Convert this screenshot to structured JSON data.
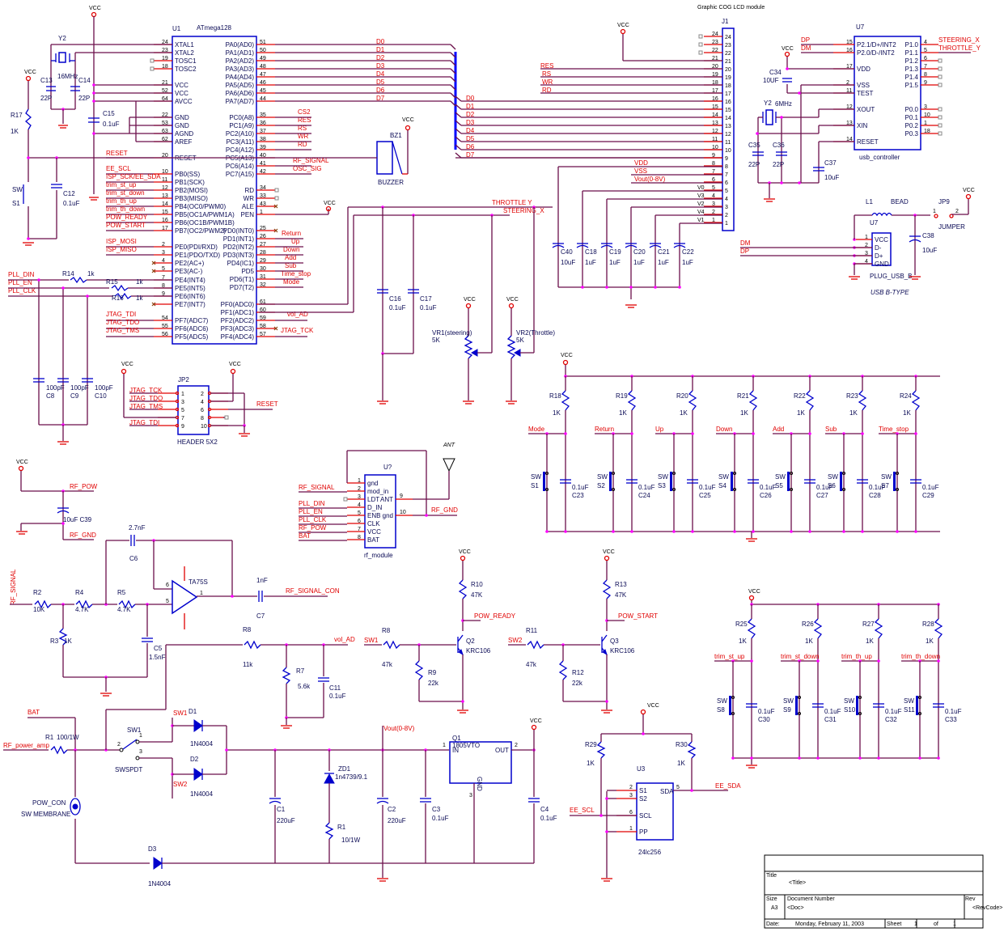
{
  "power": {
    "vcc": "VCC"
  },
  "mcu": {
    "ref": "U1",
    "part": "ATmega128",
    "left_pins": [
      {
        "num": "24",
        "name": "XTAL1"
      },
      {
        "num": "23",
        "name": "XTAL2"
      },
      {
        "num": "19",
        "name": "TOSC1"
      },
      {
        "num": "18",
        "name": "TOSC2"
      },
      {
        "num": "21",
        "name": "VCC"
      },
      {
        "num": "52",
        "name": "VCC"
      },
      {
        "num": "64",
        "name": "AVCC"
      },
      {
        "num": "22",
        "name": "GND"
      },
      {
        "num": "53",
        "name": "GND"
      },
      {
        "num": "63",
        "name": "AGND"
      },
      {
        "num": "62",
        "name": "AREF"
      },
      {
        "num": "20",
        "name": "RESET"
      },
      {
        "num": "10",
        "name": "PB0(SS)"
      },
      {
        "num": "11",
        "name": "PB1(SCK)"
      },
      {
        "num": "12",
        "name": "PB2(MOSI)"
      },
      {
        "num": "13",
        "name": "PB3(MISO)"
      },
      {
        "num": "14",
        "name": "PB4(OC0/PWM0)"
      },
      {
        "num": "15",
        "name": "PB5(OC1A/PWM1A)"
      },
      {
        "num": "16",
        "name": "PB6(OC1B/PWM1B)"
      },
      {
        "num": "17",
        "name": "PB7(OC2/PWM2)"
      },
      {
        "num": "2",
        "name": "PE0(PDI/RXD)"
      },
      {
        "num": "3",
        "name": "PE1(PDO/TXD)"
      },
      {
        "num": "4",
        "name": "PE2(AC+)"
      },
      {
        "num": "5",
        "name": "PE3(AC-)"
      },
      {
        "num": "7",
        "name": "PE4(INT4)"
      },
      {
        "num": "8",
        "name": "PE5(INT5)"
      },
      {
        "num": "9",
        "name": "PE6(INT6)"
      },
      {
        "num": "",
        "name": "PE7(INT7)"
      },
      {
        "num": "54",
        "name": "PF7(ADC7)"
      },
      {
        "num": "55",
        "name": "PF6(ADC6)"
      },
      {
        "num": "56",
        "name": "PF5(ADC5)"
      }
    ],
    "right_pins": [
      {
        "num": "51",
        "name": "PA0(AD0)"
      },
      {
        "num": "50",
        "name": "PA1(AD1)"
      },
      {
        "num": "49",
        "name": "PA2(AD2)"
      },
      {
        "num": "48",
        "name": "PA3(AD3)"
      },
      {
        "num": "47",
        "name": "PA4(AD4)"
      },
      {
        "num": "46",
        "name": "PA5(AD5)"
      },
      {
        "num": "45",
        "name": "PA6(AD6)"
      },
      {
        "num": "44",
        "name": "PA7(AD7)"
      },
      {
        "num": "35",
        "name": "PC0(A8)"
      },
      {
        "num": "36",
        "name": "PC1(A9)"
      },
      {
        "num": "37",
        "name": "PC2(A10)"
      },
      {
        "num": "38",
        "name": "PC3(A11)"
      },
      {
        "num": "39",
        "name": "PC4(A12)"
      },
      {
        "num": "40",
        "name": "PC5(A13)"
      },
      {
        "num": "41",
        "name": "PC6(A14)"
      },
      {
        "num": "42",
        "name": "PC7(A15)"
      },
      {
        "num": "34",
        "name": "RD"
      },
      {
        "num": "33",
        "name": "WR"
      },
      {
        "num": "43",
        "name": "ALE"
      },
      {
        "num": "1",
        "name": "PEN"
      },
      {
        "num": "25",
        "name": "PD0(INT0)"
      },
      {
        "num": "26",
        "name": "PD1(INT1)"
      },
      {
        "num": "27",
        "name": "PD2(INT2)"
      },
      {
        "num": "28",
        "name": "PD3(INT3)"
      },
      {
        "num": "29",
        "name": "PD4(IC1)"
      },
      {
        "num": "30",
        "name": "PD5"
      },
      {
        "num": "31",
        "name": "PD6(T1)"
      },
      {
        "num": "32",
        "name": "PD7(T2)"
      },
      {
        "num": "61",
        "name": "PF0(ADC0)"
      },
      {
        "num": "60",
        "name": "PF1(ADC1)"
      },
      {
        "num": "59",
        "name": "PF2(ADC2)"
      },
      {
        "num": "58",
        "name": "PF3(ADC3)"
      },
      {
        "num": "57",
        "name": "PF4(ADC4)"
      }
    ],
    "left_nets": [
      "RESET",
      "EE_SCL",
      "ISP_SCK/EE_SDA",
      "trim_st_up",
      "trim_st_down",
      "trim_th_up",
      "trim_th_down",
      "POW_READY",
      "POW_START",
      "ISP_MOSI",
      "ISP_MISO",
      "JTAG_TDI",
      "JTAG_TDO",
      "JTAG_TMS"
    ],
    "right_nets": [
      "CS2",
      "RES",
      "RS",
      "WR",
      "RD",
      "RF_SIGNAL",
      "OSC_SIG",
      "Return",
      "Up",
      "Down",
      "Add",
      "Sub",
      "Time_stop",
      "Mode",
      "vol_AD",
      "JTAG_TCK"
    ]
  },
  "crystal_main": {
    "ref": "Y2",
    "value": "16MHz",
    "c13": "C13",
    "c14": "C14",
    "cap": "22P"
  },
  "c15": {
    "ref": "C15",
    "value": "0.1uF"
  },
  "reset_circuit": {
    "r_ref": "R17",
    "r_val": "1K",
    "sw_type": "SW",
    "sw_ref": "S1",
    "c_ref": "C12",
    "c_val": "0.1uF"
  },
  "pll": {
    "nets": [
      "PLL_DIN",
      "PLL_EN",
      "PLL_CLK"
    ],
    "r14": "R14",
    "r15": "R15",
    "r16": "R16",
    "rval": "1k",
    "caps": [
      {
        "val": "100pF",
        "ref": "C8"
      },
      {
        "val": "100pF",
        "ref": "C9"
      },
      {
        "val": "100pF",
        "ref": "C10"
      }
    ]
  },
  "bus": {
    "data": [
      "D0",
      "D1",
      "D2",
      "D3",
      "D4",
      "D5",
      "D6",
      "D7"
    ]
  },
  "buzzer": {
    "ref": "BZ1",
    "label": "BUZZER"
  },
  "lcd": {
    "title": "Graphic COG LCD module",
    "ref": "J1",
    "pins": [
      "24",
      "23",
      "22",
      "21",
      "20",
      "19",
      "18",
      "17",
      "16",
      "15",
      "14",
      "13",
      "12",
      "11",
      "10",
      "9",
      "8",
      "7",
      "6",
      "5",
      "4",
      "3",
      "2",
      "1"
    ],
    "ctrl": [
      "RES",
      "RS",
      "WR",
      "RD"
    ],
    "power_nets": [
      "VDD",
      "VSS",
      "Vout(0-8V)"
    ],
    "v_nets": [
      "V0",
      "V3",
      "V2",
      "V4",
      "V1"
    ],
    "caps": [
      {
        "ref": "C40",
        "val": "10uF"
      },
      {
        "ref": "C18",
        "val": "1uF"
      },
      {
        "ref": "C19",
        "val": "1uF"
      },
      {
        "ref": "C20",
        "val": "1uF"
      },
      {
        "ref": "C21",
        "val": "1uF"
      },
      {
        "ref": "C22",
        "val": "1uF"
      }
    ]
  },
  "usb_ctrl": {
    "ref": "U7",
    "name": "usb_controller",
    "left": [
      {
        "num": "15",
        "name": "P2.1/D+/INT2",
        "net": "DP"
      },
      {
        "num": "16",
        "name": "P2.0/D-/INT2",
        "net": "DM"
      },
      {
        "num": "17",
        "name": "VDD"
      },
      {
        "num": "2",
        "name": "VSS"
      },
      {
        "num": "11",
        "name": "TEST"
      },
      {
        "num": "12",
        "name": "XOUT"
      },
      {
        "num": "13",
        "name": "XIN"
      },
      {
        "num": "14",
        "name": "RESET"
      }
    ],
    "right": [
      {
        "num": "4",
        "name": "P1.0",
        "net": "STEERING_X"
      },
      {
        "num": "5",
        "name": "P1.1",
        "net": "THROTTLE_Y"
      },
      {
        "num": "6",
        "name": "P1.2"
      },
      {
        "num": "7",
        "name": "P1.3"
      },
      {
        "num": "8",
        "name": "P1.4"
      },
      {
        "num": "9",
        "name": "P1.5"
      },
      {
        "num": "3",
        "name": "P0.0"
      },
      {
        "num": "10",
        "name": "P0.1"
      },
      {
        "num": "1",
        "name": "P0.2"
      },
      {
        "num": "18",
        "name": "P0.3"
      }
    ],
    "c34": {
      "ref": "C34",
      "val": "10UF"
    },
    "y2": {
      "ref": "Y2",
      "val": "6MHz"
    },
    "c35": {
      "ref": "C35",
      "val": "22P"
    },
    "c36": {
      "ref": "C36",
      "val": "22P"
    },
    "c37": {
      "ref": "C37",
      "val": "10uF"
    }
  },
  "usb_plug": {
    "ref": "U7",
    "name": "PLUG_USB_B",
    "caption": "USB B-TYPE",
    "pins": [
      {
        "num": "1",
        "name": "VCC"
      },
      {
        "num": "2",
        "name": "D-"
      },
      {
        "num": "3",
        "name": "D+"
      },
      {
        "num": "4",
        "name": "GND"
      }
    ],
    "nets": [
      "DM",
      "DP"
    ],
    "l1": "L1",
    "bead": "BEAD",
    "jp": "JP9",
    "jp_label": "JUMPER",
    "c38": {
      "ref": "C38",
      "val": "10uF"
    }
  },
  "joystick": {
    "throttle": "THROTTLE Y",
    "steering": "STEERING_X",
    "c16": {
      "ref": "C16",
      "val": "0.1uF"
    },
    "c17": {
      "ref": "C17",
      "val": "0.1uF"
    },
    "vr1": {
      "ref": "VR1(steering)",
      "val": "5K"
    },
    "vr2": {
      "ref": "VR2(Throttle)",
      "val": "5K"
    }
  },
  "jtag": {
    "ref": "JP2",
    "name": "HEADER 5X2",
    "left": [
      {
        "num": "1",
        "net": "JTAG_TCK"
      },
      {
        "num": "3",
        "net": "JTAG_TDO"
      },
      {
        "num": "5",
        "net": "JTAG_TMS"
      },
      {
        "num": "7",
        "net": ""
      },
      {
        "num": "9",
        "net": "JTAG_TDI"
      }
    ],
    "right": [
      {
        "num": "2"
      },
      {
        "num": "4"
      },
      {
        "num": "6",
        "net": "RESET"
      },
      {
        "num": "8"
      },
      {
        "num": "10"
      }
    ]
  },
  "keys": [
    {
      "net": "Mode",
      "r": "R18",
      "sw": "S1",
      "c": "C23"
    },
    {
      "net": "Return",
      "r": "R19",
      "sw": "S2",
      "c": "C24"
    },
    {
      "net": "Up",
      "r": "R20",
      "sw": "S3",
      "c": "C25"
    },
    {
      "net": "Down",
      "r": "R21",
      "sw": "S4",
      "c": "C26"
    },
    {
      "net": "Add",
      "r": "R22",
      "sw": "S5",
      "c": "C27"
    },
    {
      "net": "Sub",
      "r": "R23",
      "sw": "S6",
      "c": "C28"
    },
    {
      "net": "Time_stop",
      "r": "R24",
      "sw": "S7",
      "c": "C29"
    }
  ],
  "trim_keys": [
    {
      "net": "trim_st_up",
      "r": "R25",
      "sw": "S8",
      "c": "C30"
    },
    {
      "net": "trim_st_down",
      "r": "R26",
      "sw": "S9",
      "c": "C31"
    },
    {
      "net": "trim_th_up",
      "r": "R27",
      "sw": "S10",
      "c": "C32"
    },
    {
      "net": "trim_th_down",
      "r": "R28",
      "sw": "S11",
      "c": "C33"
    }
  ],
  "key_common": {
    "rval": "1K",
    "sw": "SW",
    "cval": "0.1uF"
  },
  "rf_power": {
    "net_pow": "RF_POW",
    "net_gnd": "RF_GND",
    "c39": "10uF C39"
  },
  "rf_module": {
    "ref": "U?",
    "name": "rf_module",
    "ant": "ANT",
    "left": [
      {
        "num": "1",
        "name": "gnd"
      },
      {
        "num": "2",
        "name": "mod_in",
        "net": "RF_SIGNAL"
      },
      {
        "num": "3",
        "name": "LDT"
      },
      {
        "num": "4",
        "name": "D_IN",
        "net": "PLL_DIN"
      },
      {
        "num": "5",
        "name": "ENB",
        "net": "PLL_EN"
      },
      {
        "num": "6",
        "name": "CLK",
        "net": "PLL_CLK"
      },
      {
        "num": "7",
        "name": "VCC",
        "net": "RF_POW"
      },
      {
        "num": "8",
        "name": "BAT",
        "net": "BAT"
      }
    ],
    "right": [
      {
        "num": "9",
        "name": "ANT"
      },
      {
        "num": "10",
        "name": "gnd",
        "net": "RF_GND"
      }
    ]
  },
  "filter": {
    "in": "RF_SIGNAL",
    "r2": "R2",
    "r2v": "10K",
    "r4": "R4",
    "r4v": "4.7K",
    "r5": "R5",
    "r5v": "4.7K",
    "r3": "R3",
    "r3v": "1K",
    "c6": "C6",
    "c6v": "2.7nF",
    "c5": "C5",
    "c5v": "1.5nF",
    "opamp": "TA75S",
    "c7": "C7",
    "c7v": "1nF",
    "out": "RF_SIGNAL_CON",
    "p_minus": "6",
    "p_plus": "5",
    "p_out": "1"
  },
  "vol": {
    "r8": "R8",
    "r8v": "11k",
    "r7": "R7",
    "r7v": "5.6k",
    "c11": "C11",
    "c11v": "0.1uF",
    "net": "vol_AD"
  },
  "pow_sw": [
    {
      "in": "SW1",
      "rb": "R8",
      "rbv": "47k",
      "rp": "R9",
      "rpv": "22k",
      "rc": "R10",
      "rcv": "47K",
      "q": "Q2",
      "qp": "KRC106",
      "out": "POW_READY"
    },
    {
      "in": "SW2",
      "rb": "R11",
      "rbv": "47k",
      "rp": "R12",
      "rpv": "22k",
      "rc": "R13",
      "rcv": "47K",
      "q": "Q3",
      "qp": "KRC106",
      "out": "POW_START"
    }
  ],
  "power_supply": {
    "bat": "BAT",
    "rf_amp": "RF_power_amp",
    "r1": "R1",
    "r1v": "100/1W",
    "sw1": "SW1",
    "swtype": "SWSPDT",
    "p1": "1",
    "p2": "2",
    "p3": "3",
    "d1": "D1",
    "d2": "D2",
    "d3": "D3",
    "dpart": "1N4004",
    "n_sw1": "SW1",
    "n_sw2": "SW2",
    "pow_con": "POW_CON",
    "membrane": "SW MEMBRANE",
    "c1": "C1",
    "c1v": "220uF",
    "zd1": "ZD1",
    "zd1v": "1n4739/9.1",
    "rz": "R1",
    "rzv": "10/1W",
    "vout": "Vout(0-8V)",
    "q1": "Q1",
    "q1p": "1805VTO",
    "q1_in": "IN",
    "q1_out": "OUT",
    "q1_gnd": "GND",
    "q1p1": "1",
    "q1p2": "2",
    "q1p3": "3",
    "c2": "C2",
    "c2v": "220uF",
    "c3": "C3",
    "c3v": "0.1uF",
    "c4": "C4",
    "c4v": "0.1uF"
  },
  "eeprom": {
    "ref": "U3",
    "part": "24lc256",
    "r29": "R29",
    "r30": "R30",
    "rv": "1K",
    "scl": "EE_SCL",
    "sda": "EE_SDA",
    "pins": [
      {
        "num": "2",
        "name": "S1"
      },
      {
        "num": "3",
        "name": "S2"
      },
      {
        "num": "6",
        "name": "SCL"
      },
      {
        "num": "1",
        "name": "PP"
      }
    ],
    "sda_pin": {
      "num": "5",
      "name": "SDA"
    }
  },
  "title_block": {
    "title_label": "Title",
    "title": "<Title>",
    "size_label": "Size",
    "size": "A3",
    "doc_label": "Document Number",
    "doc": "<Doc>",
    "rev_label": "Rev",
    "rev": "<RevCode>",
    "date_label": "Date:",
    "date": "Monday, February 11, 2003",
    "sheet_label": "Sheet",
    "sheet": "1",
    "of_label": "of",
    "of": "1"
  }
}
